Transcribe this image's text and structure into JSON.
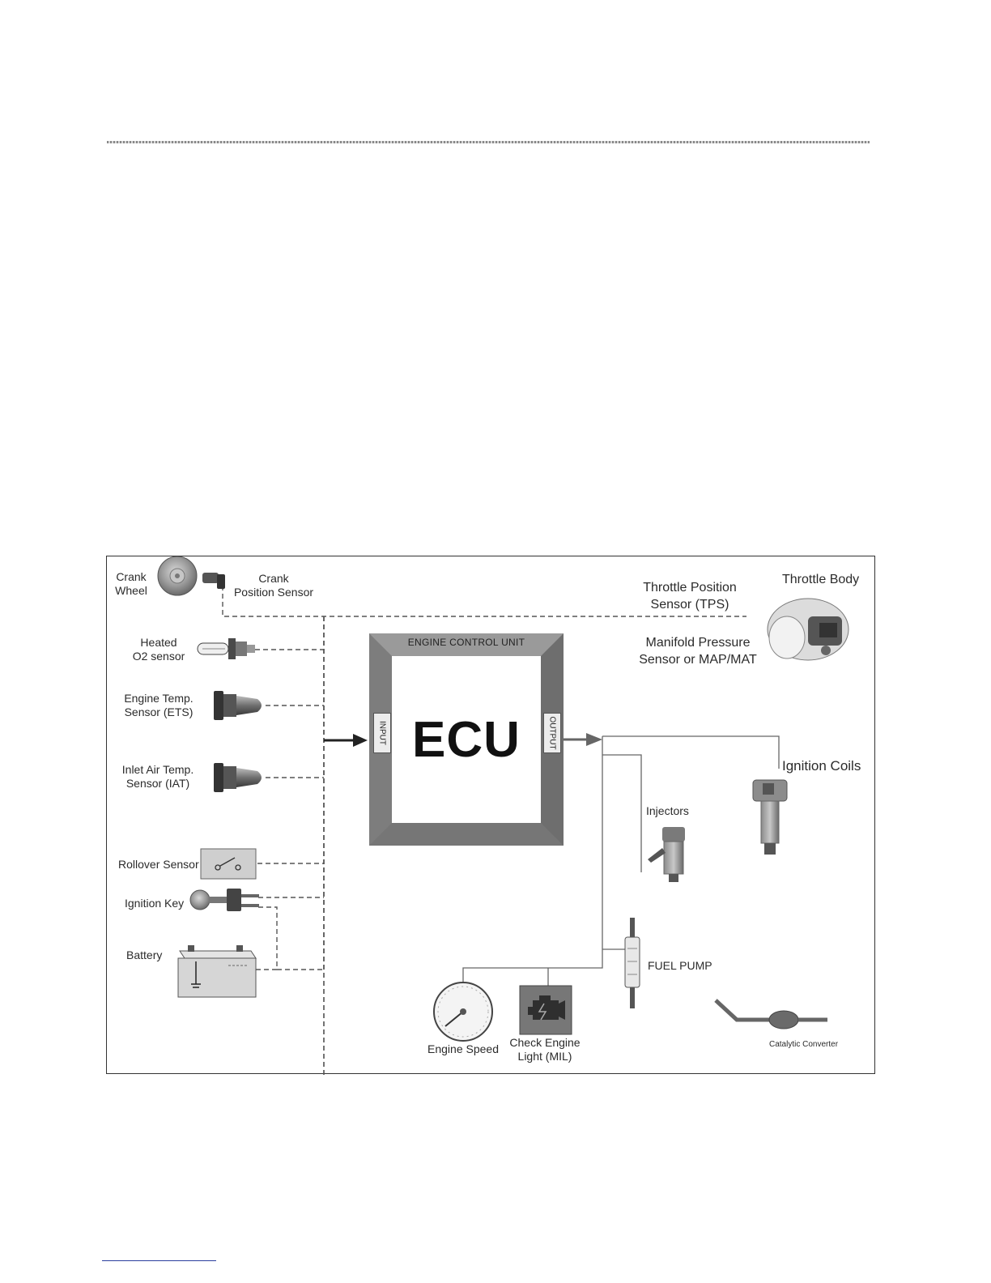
{
  "diagram": {
    "inputs": {
      "crank_wheel": "Crank\nWheel",
      "crank_position_sensor": "Crank\nPosition Sensor",
      "heated_o2": "Heated\nO2 sensor",
      "engine_temp": "Engine Temp.\nSensor (ETS)",
      "inlet_air_temp": "Inlet Air Temp.\nSensor (IAT)",
      "rollover": "Rollover Sensor",
      "ignition_key": "Ignition Key",
      "battery": "Battery"
    },
    "ecu": {
      "caption": "ENGINE CONTROL UNIT",
      "name": "ECU",
      "input_port": "INPUT",
      "output_port": "OUTPUT"
    },
    "right": {
      "tps": "Throttle Position\nSensor (TPS)",
      "throttle_body": "Throttle Body",
      "map": "Manifold Pressure\nSensor or MAP/MAT",
      "ignition_coils": "Ignition Coils",
      "injectors": "Injectors",
      "fuel_pump": "FUEL PUMP",
      "catalytic_converter": "Catalytic Converter"
    },
    "bottom": {
      "engine_speed": "Engine Speed",
      "check_engine": "Check Engine\nLight (MIL)"
    }
  }
}
